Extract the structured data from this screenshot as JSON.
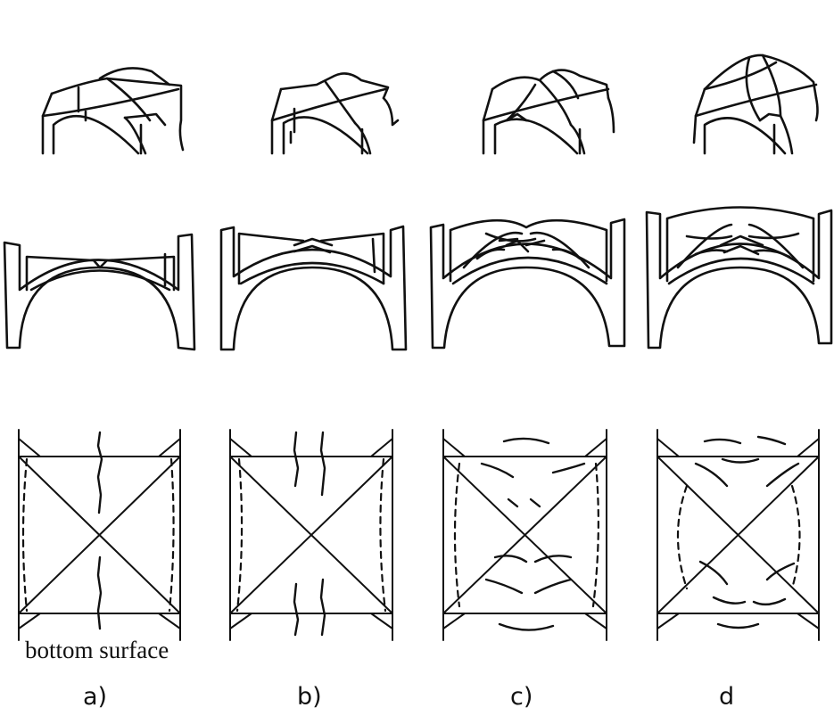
{
  "annotation": {
    "bottom_surface": "bottom surface"
  },
  "panels": [
    {
      "label": "a)"
    },
    {
      "label": "b)"
    },
    {
      "label": "c)"
    },
    {
      "label": "d"
    }
  ]
}
